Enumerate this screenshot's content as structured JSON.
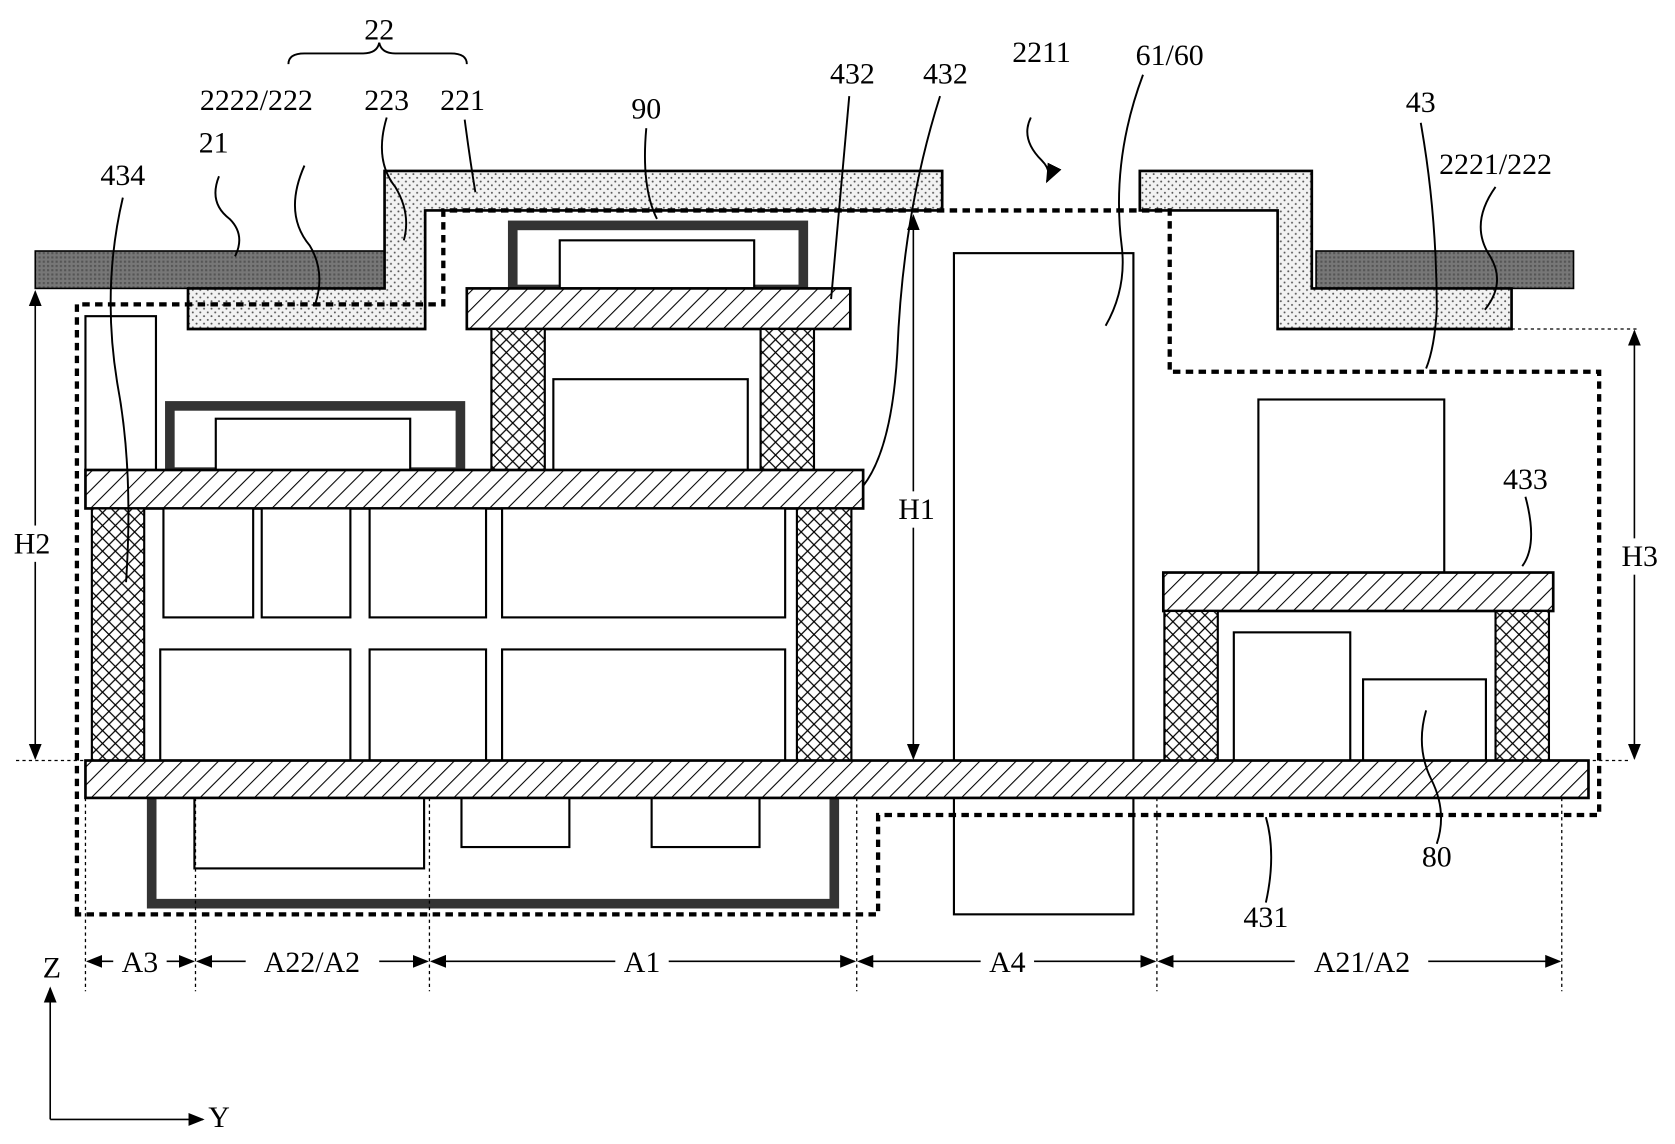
{
  "labels": {
    "group_22": "22",
    "l2222_222": "2222/222",
    "l223": "223",
    "l221": "221",
    "l21": "21",
    "l434": "434",
    "l90": "90",
    "l432a": "432",
    "l432b": "432",
    "l2211": "2211",
    "l61_60": "61/60",
    "l43": "43",
    "l2221_222": "2221/222",
    "l433": "433",
    "l431": "431",
    "l80": "80",
    "H1": "H1",
    "H2": "H2",
    "H3": "H3"
  },
  "regions": [
    "A3",
    "A22/A2",
    "A1",
    "A4",
    "A21/A2"
  ],
  "axes": {
    "z": "Z",
    "y": "Y"
  }
}
